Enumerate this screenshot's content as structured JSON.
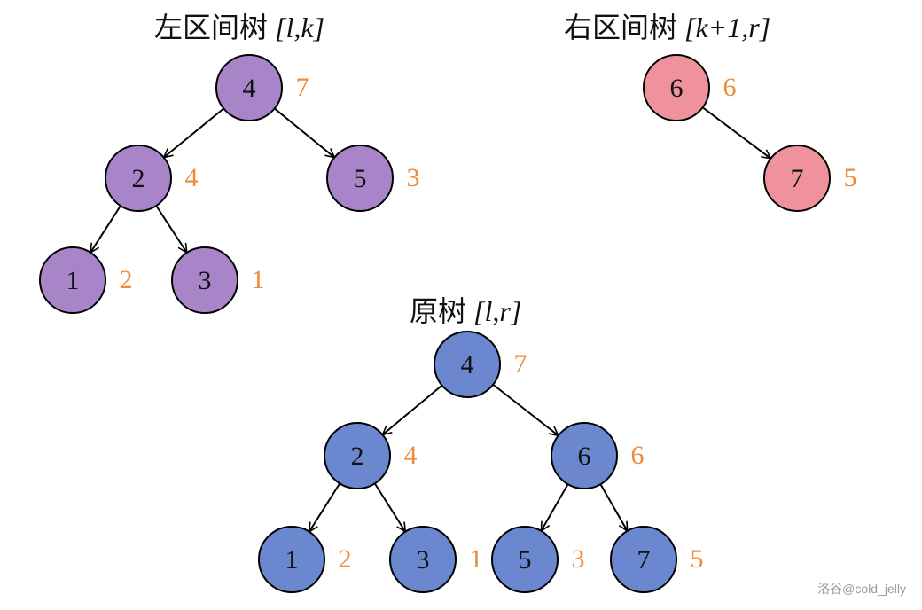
{
  "titles": {
    "left": {
      "prefix": "左区间树 ",
      "math": "[l,k]"
    },
    "right": {
      "prefix": "右区间树 ",
      "math": "[k+1,r]"
    },
    "original": {
      "prefix": "原树 ",
      "math": "[l,r]"
    }
  },
  "colors": {
    "left_fill": "#a884c8",
    "right_fill": "#ef929b",
    "original_fill": "#6a87cf",
    "weight": "#ed8b3a",
    "edge": "#000000"
  },
  "trees": [
    {
      "id": "left",
      "fill_key": "left_fill",
      "nodes": [
        {
          "key": "4",
          "weight": "7"
        },
        {
          "key": "2",
          "weight": "4"
        },
        {
          "key": "5",
          "weight": "3"
        },
        {
          "key": "1",
          "weight": "2"
        },
        {
          "key": "3",
          "weight": "1"
        }
      ],
      "edges": [
        [
          "4",
          "2"
        ],
        [
          "4",
          "5"
        ],
        [
          "2",
          "1"
        ],
        [
          "2",
          "3"
        ]
      ]
    },
    {
      "id": "right",
      "fill_key": "right_fill",
      "nodes": [
        {
          "key": "6",
          "weight": "6"
        },
        {
          "key": "7",
          "weight": "5"
        }
      ],
      "edges": [
        [
          "6",
          "7"
        ]
      ]
    },
    {
      "id": "original",
      "fill_key": "original_fill",
      "nodes": [
        {
          "key": "4",
          "weight": "7"
        },
        {
          "key": "2",
          "weight": "4"
        },
        {
          "key": "6",
          "weight": "6"
        },
        {
          "key": "1",
          "weight": "2"
        },
        {
          "key": "3",
          "weight": "1"
        },
        {
          "key": "5",
          "weight": "3"
        },
        {
          "key": "7",
          "weight": "5"
        }
      ],
      "edges": [
        [
          "4",
          "2"
        ],
        [
          "4",
          "6"
        ],
        [
          "2",
          "1"
        ],
        [
          "2",
          "3"
        ],
        [
          "6",
          "5"
        ],
        [
          "6",
          "7"
        ]
      ]
    }
  ],
  "watermark": "洛谷@cold_jelly"
}
